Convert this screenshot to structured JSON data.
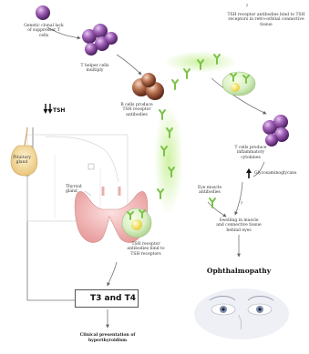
{
  "labels": {
    "genetic": "Genetic clonal lack of suppressor T cells",
    "thelper": "T helper cells multiply",
    "bcells": "B cells produce TSH receptor antibodies",
    "tsh_antibodies_top": "TSH receptor antibodies bind to TSH receptors in retro-orbital connective tissue",
    "tcells": "T cells produce inflammatory cytokines",
    "glycos": "Glycosaminoglycans",
    "eye_muscle": "Eye muscle antibodies",
    "swelling": "Swelling in muscle and connective tissue behind eyes",
    "ophthalmopathy": "Ophthalmopathy",
    "tsh": "TSH",
    "pituitary": "Pituitary gland",
    "thyroid": "Thyroid gland",
    "tsh_bind_bottom": "TSH receptor antibodies bind to TSH receptors",
    "t3t4": "T3 and T4",
    "clinical": "Clinical presentation of hyperthyroidism",
    "question": "?"
  },
  "icons": {
    "down_arrows": "double-down-arrow-icon",
    "up_arrow": "up-arrow-icon"
  },
  "colors": {
    "cell_purple": "#7a3d8f",
    "antibody_green": "#8ccf4a",
    "bcell_brown": "#8a4a32",
    "thyroid_pink": "#f2b8b8",
    "receptor_yellow": "#f5e66a"
  }
}
